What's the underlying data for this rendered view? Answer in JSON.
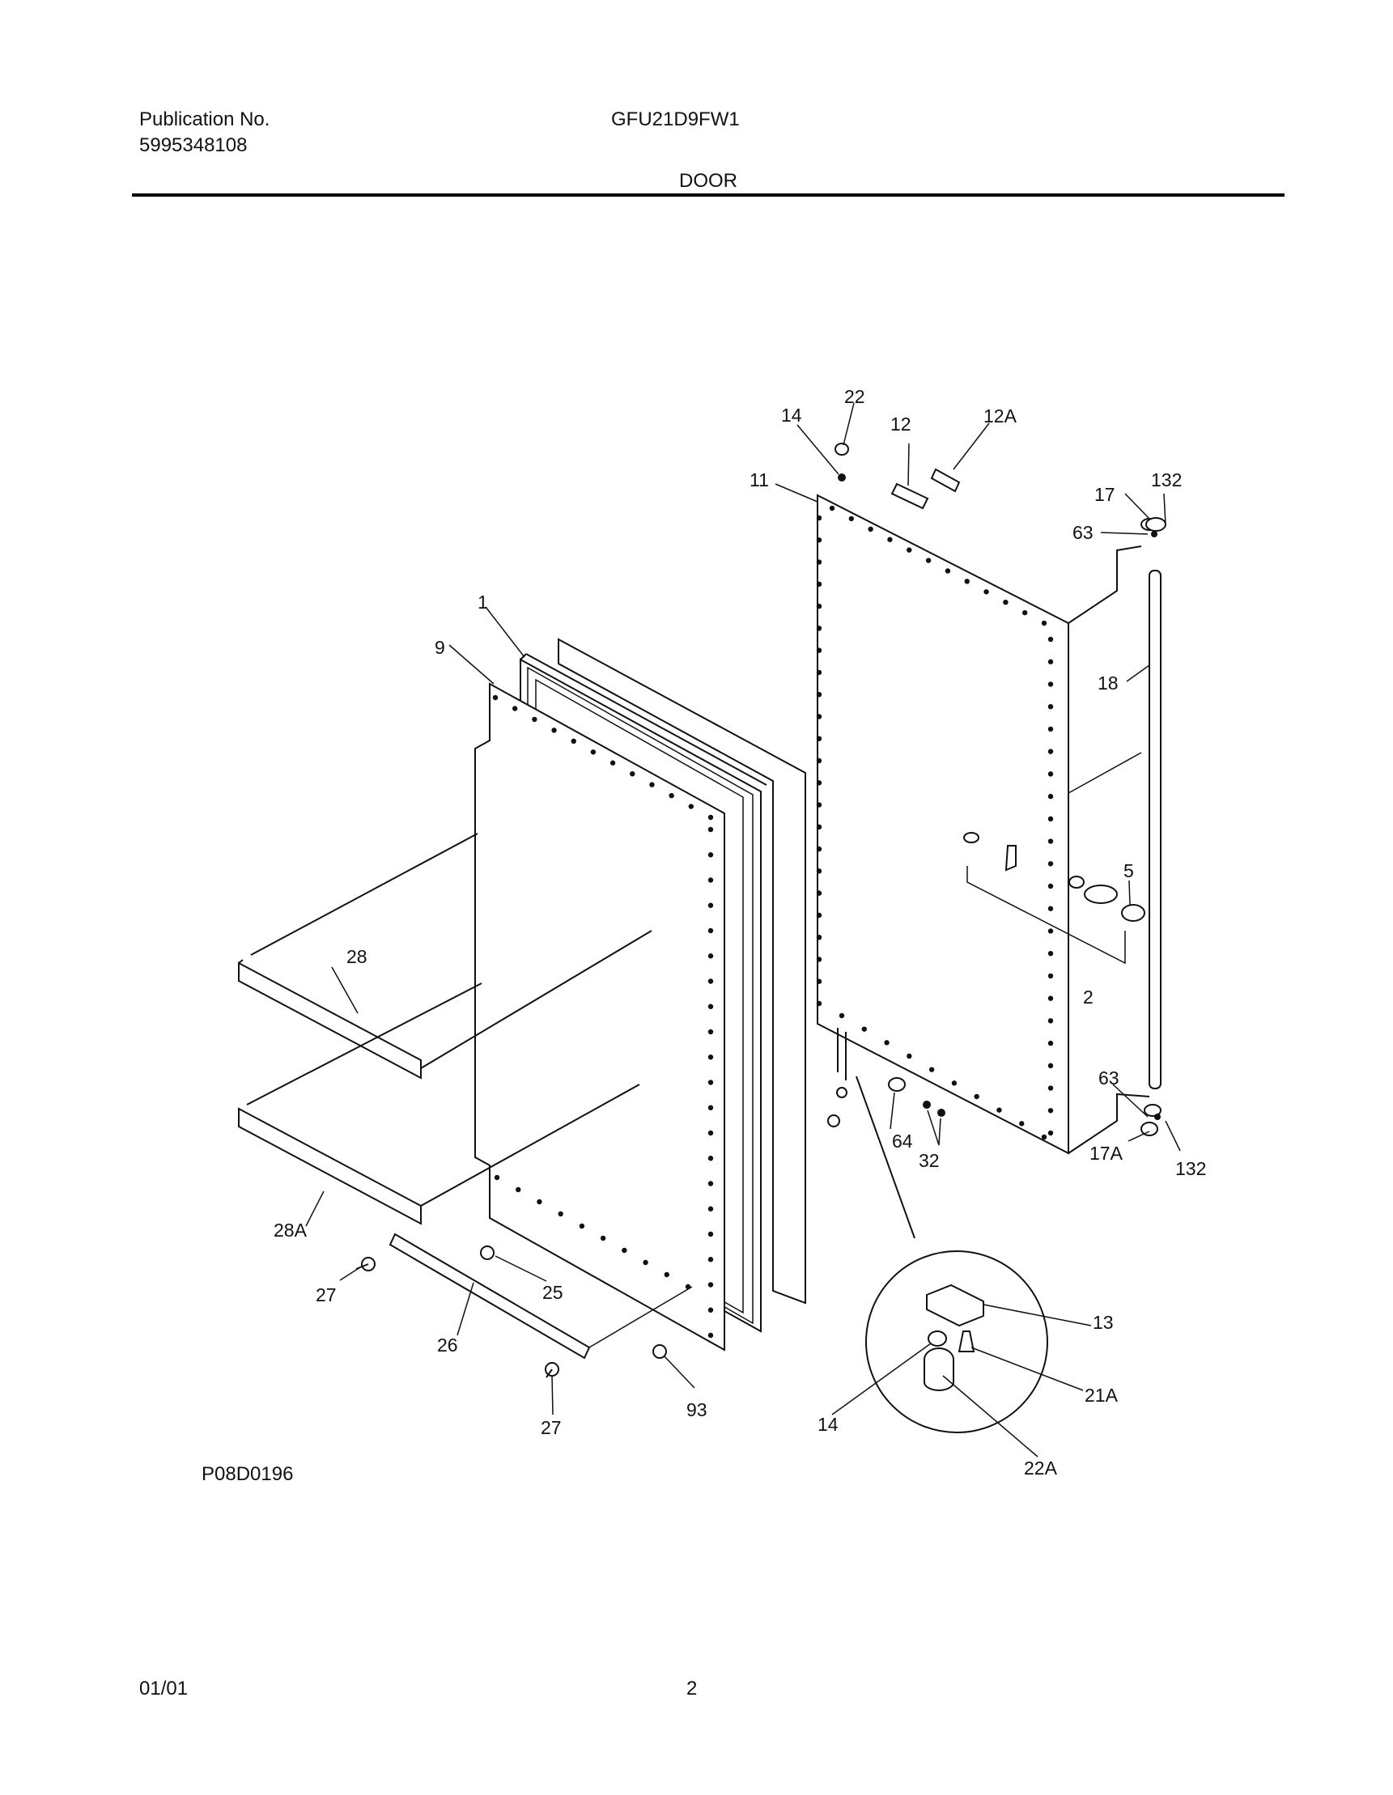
{
  "header": {
    "publication_label": "Publication No.",
    "publication_number": "5995348108",
    "model": "GFU21D9FW1",
    "section": "DOOR"
  },
  "figure_id": "P08D0196",
  "footer": {
    "date": "01/01",
    "page_number": "2"
  },
  "callouts": {
    "c1": "1",
    "c2": "2",
    "c5": "5",
    "c9": "9",
    "c11": "11",
    "c12": "12",
    "c12a": "12A",
    "c13": "13",
    "c14_top": "14",
    "c14_detail": "14",
    "c17": "17",
    "c17a": "17A",
    "c18": "18",
    "c21a": "21A",
    "c22": "22",
    "c22a": "22A",
    "c25": "25",
    "c26": "26",
    "c27_a": "27",
    "c27_b": "27",
    "c28": "28",
    "c28a": "28A",
    "c32": "32",
    "c63_top": "63",
    "c63_bottom": "63",
    "c64": "64",
    "c93": "93",
    "c132_top": "132",
    "c132_bottom": "132"
  }
}
